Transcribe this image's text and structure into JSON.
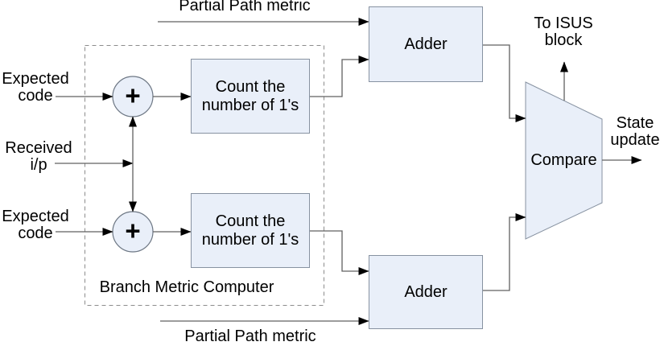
{
  "blocks": {
    "adder_top": "Adder",
    "adder_bottom": "Adder",
    "count_top": {
      "line1": "Count the",
      "line2": "number of 1's"
    },
    "count_bottom": {
      "line1": "Count the",
      "line2": "number of 1's"
    },
    "compare": "Compare",
    "xor_top": "+",
    "xor_bottom": "+"
  },
  "labels": {
    "partial_path_top": "Partial Path metric",
    "partial_path_bottom": "Partial Path metric",
    "expected_top": {
      "line1": "Expected",
      "line2": "code"
    },
    "received": {
      "line1": "Received",
      "line2": "i/p"
    },
    "expected_bottom": {
      "line1": "Expected",
      "line2": "code"
    },
    "branch_metric_computer": "Branch Metric Computer",
    "to_isus": {
      "line1": "To ISUS",
      "line2": "block"
    },
    "state_update": {
      "line1": "State",
      "line2": "update"
    }
  },
  "colors": {
    "block_fill": "#e9eff9",
    "block_border": "#8792a1",
    "wire": "#606060",
    "arrowhead": "#000000",
    "dashed_border": "#8c8c8c",
    "text": "#000000",
    "background": "#ffffff"
  }
}
